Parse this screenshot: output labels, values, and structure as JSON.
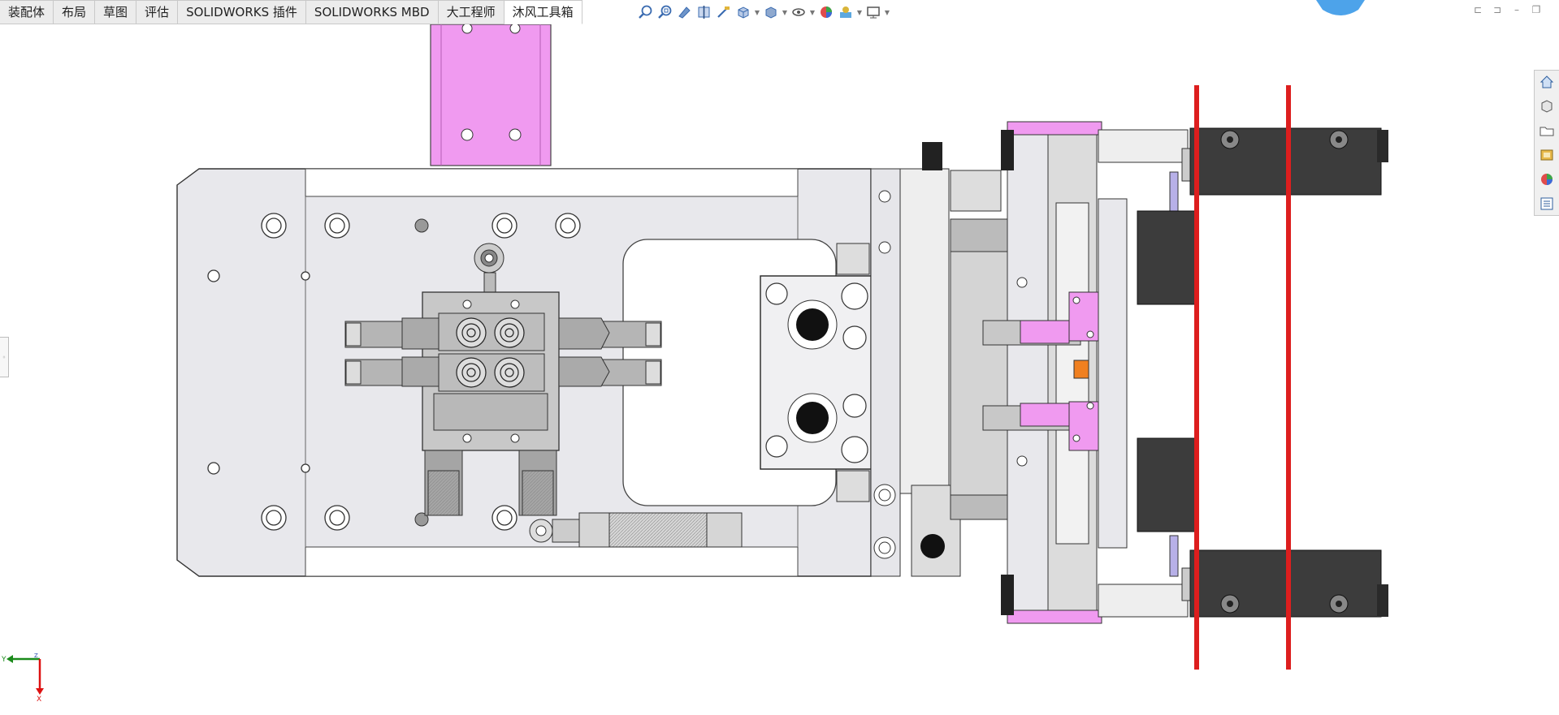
{
  "command_tabs": [
    {
      "label": "装配体",
      "active": false
    },
    {
      "label": "布局",
      "active": false
    },
    {
      "label": "草图",
      "active": false
    },
    {
      "label": "评估",
      "active": false
    },
    {
      "label": "SOLIDWORKS 插件",
      "active": false
    },
    {
      "label": "SOLIDWORKS MBD",
      "active": false
    },
    {
      "label": "大工程师",
      "active": false
    },
    {
      "label": "沐风工具箱",
      "active": true
    }
  ],
  "headsup_toolbar": {
    "icons": [
      "zoom-to-fit-icon",
      "zoom-area-icon",
      "previous-view-icon",
      "section-view-icon",
      "dynamic-annotation-icon",
      "view-orientation-icon",
      "display-style-icon",
      "hide-show-items-icon",
      "edit-appearance-icon",
      "apply-scene-icon",
      "view-settings-icon"
    ]
  },
  "window_controls": [
    "panel-left-icon",
    "panel-right-icon",
    "minimize-icon",
    "restore-icon"
  ],
  "task_pane": [
    "home-icon",
    "design-library-icon",
    "file-explorer-icon",
    "view-palette-icon",
    "appearances-icon",
    "custom-properties-icon"
  ],
  "triad": {
    "axis_y": "Y",
    "axis_x": "X",
    "axis_z": "Z"
  },
  "colors": {
    "part_gray": "#e8e8ec",
    "dark_gray": "#3c3c3c",
    "pink": "#f09af0",
    "red": "#dd1e1e",
    "orange": "#f08020",
    "lavender": "#b7b0e8"
  }
}
